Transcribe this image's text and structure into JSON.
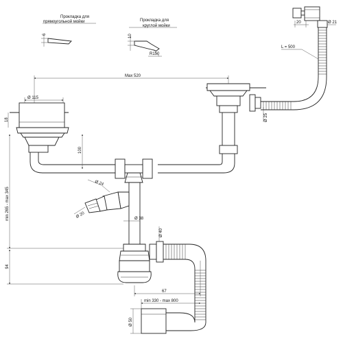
{
  "gaskets": {
    "rect_sink": {
      "line1": "Прокладка для",
      "line2": "прямоугольной мойки",
      "thickness": "6"
    },
    "round_sink": {
      "line1": "Прокладка для",
      "line2": "круглой мойки",
      "thickness": "10",
      "radius": "R150"
    }
  },
  "dimensions": {
    "overflow_offset": "20",
    "overflow_dia": "Ø 21",
    "hose_length": "L = 500",
    "max_span": "Max 520",
    "left_outlet_dia": "Ø 115",
    "left_top": "18",
    "right_pipe_dia": "Ø 25",
    "drop": "100",
    "height_range": "min 265 - max 345",
    "washer_inlet_large": "Ø 24",
    "washer_inlet_small": "Ø 20",
    "vertical_pipe": "Ø 38",
    "outlet_pipe": "Ø 40",
    "trap_height": "94",
    "trap_offset": "67",
    "hose_range": "min 330 - max 800",
    "drain_dia": "Ø 50"
  }
}
